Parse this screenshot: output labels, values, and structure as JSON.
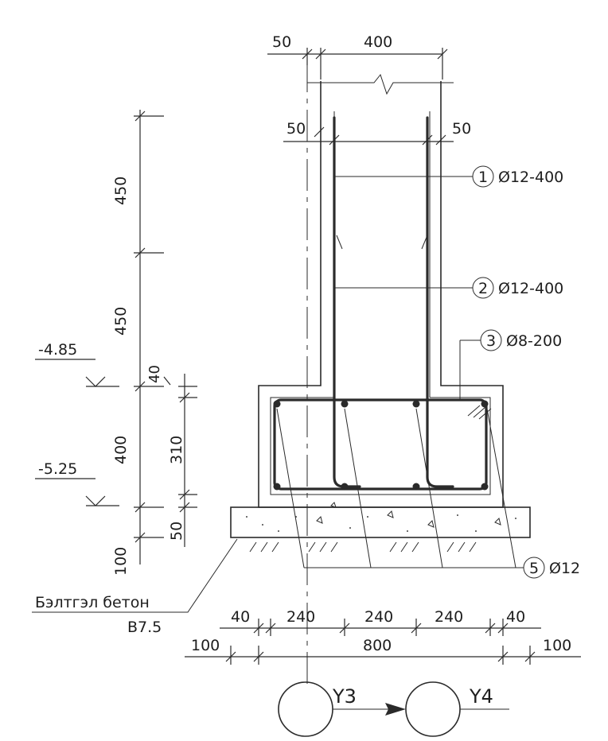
{
  "dimensions": {
    "top_cover": "50",
    "top_wall": "400",
    "cover_left": "50",
    "cover_right": "50",
    "height_upper": "450",
    "height_middle": "450",
    "height_footing": "400",
    "height_prep": "50",
    "height_sand": "100",
    "step_40": "40",
    "height_310": "310",
    "bottom_40_left": "40",
    "bottom_240_a": "240",
    "bottom_240_b": "240",
    "bottom_240_c": "240",
    "bottom_40_right": "40",
    "bottom_100_left": "100",
    "bottom_800": "800",
    "bottom_100_right": "100"
  },
  "levels": {
    "upper": "-4.85",
    "lower": "-5.25"
  },
  "rebar_callouts": [
    {
      "number": "1",
      "spec": "Ø12-400"
    },
    {
      "number": "2",
      "spec": "Ø12-400"
    },
    {
      "number": "3",
      "spec": "Ø8-200"
    },
    {
      "number": "5",
      "spec": "Ø12"
    }
  ],
  "note": {
    "line1": "Бэлтгэл бетон",
    "line2": "B7.5"
  },
  "axes": {
    "left": "Y3",
    "right": "Y4"
  }
}
